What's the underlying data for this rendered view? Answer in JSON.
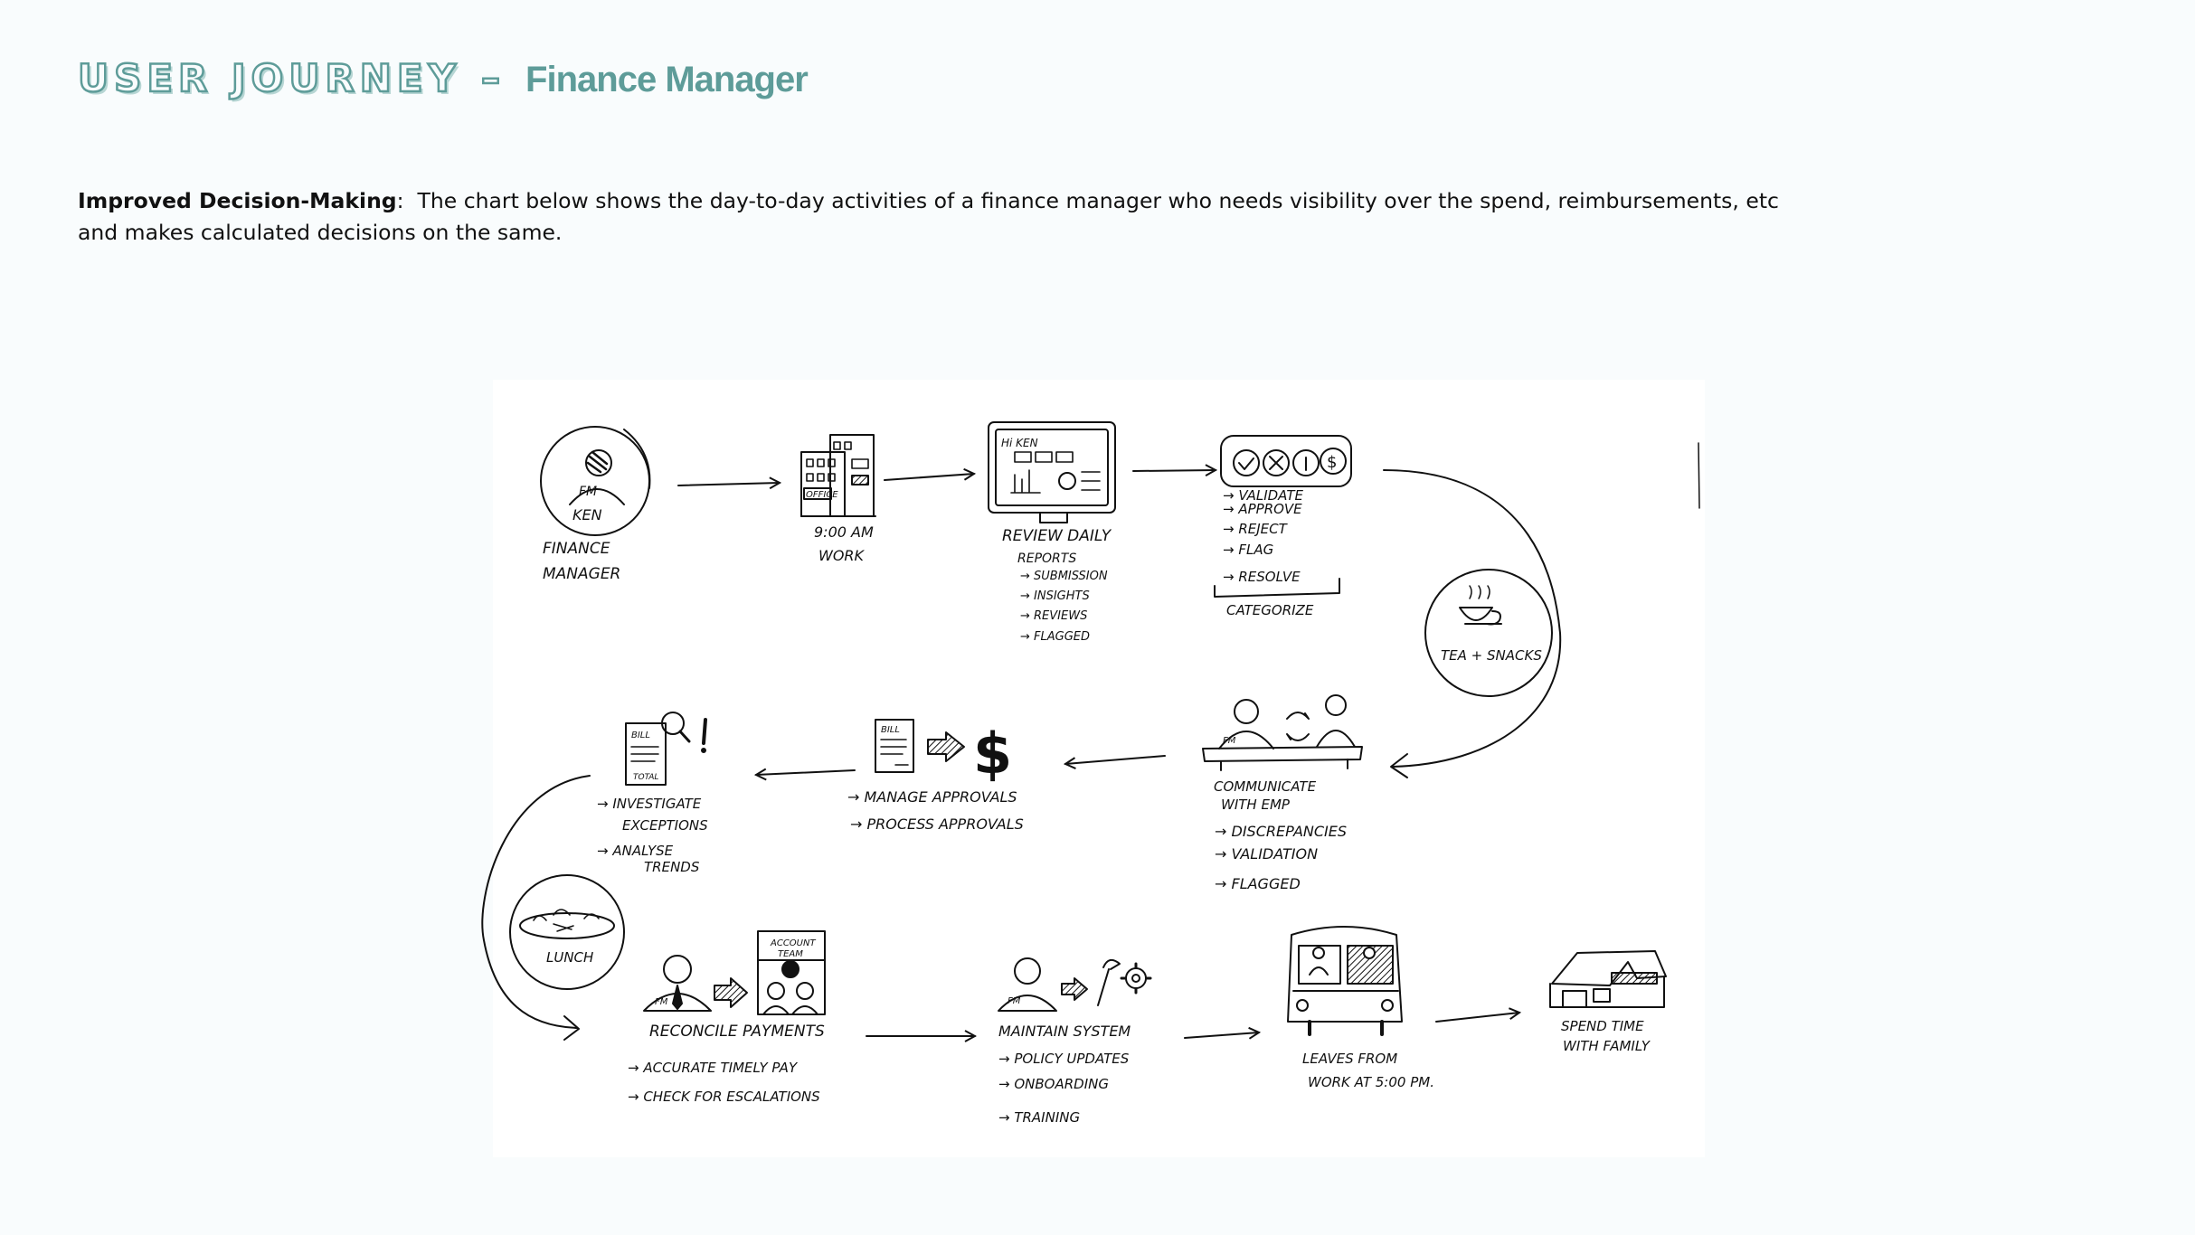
{
  "header": {
    "title_main": "USER JOURNEY",
    "title_dash": "–",
    "title_role": "Finance Manager"
  },
  "intro": {
    "label": "Improved Decision-Making",
    "separator": ":",
    "text": "The chart below shows the day-to-day activities of a finance manager who needs visibility over the spend, reimbursements, etc and makes calculated decisions on the same."
  },
  "journey": {
    "persona": {
      "badge": "FM",
      "name": "KEN",
      "caption": [
        "FINANCE",
        "MANAGER"
      ]
    },
    "work": {
      "sign": "OFFICE",
      "caption": [
        "9:00 AM",
        "WORK"
      ]
    },
    "review": {
      "screen": "Hi KEN",
      "caption": [
        "REVIEW DAILY",
        "REPORTS"
      ],
      "items": [
        "→ SUBMISSION",
        "→ INSIGHTS",
        "→ REVIEWS",
        "→ FLAGGED"
      ]
    },
    "actions": {
      "items": [
        "→ VALIDATE",
        "→ APPROVE",
        "→ REJECT",
        "→ FLAG",
        "→ RESOLVE"
      ],
      "footer": "CATEGORIZE"
    },
    "break": {
      "caption": "TEA + SNACKS"
    },
    "communicate": {
      "badge": "FM",
      "caption": [
        "COMMUNICATE",
        "WITH EMP"
      ],
      "items": [
        "→ DISCREPANCIES",
        "→ VALIDATION",
        "→ FLAGGED"
      ]
    },
    "approvals": {
      "doc": "BILL",
      "items": [
        "→ MANAGE APPROVALS",
        "→ PROCESS APPROVALS"
      ]
    },
    "investigate": {
      "doc": "BILL",
      "doc_total": "TOTAL",
      "items": [
        "→ INVESTIGATE",
        "EXCEPTIONS",
        "→ ANALYSE",
        "TRENDS"
      ]
    },
    "lunch": {
      "caption": "LUNCH"
    },
    "reconcile": {
      "badge": "FM",
      "board": [
        "ACCOUNT",
        "TEAM"
      ],
      "caption": "RECONCILE PAYMENTS",
      "items": [
        "→ ACCURATE TIMELY PAY",
        "→ CHECK FOR ESCALATIONS"
      ]
    },
    "maintain": {
      "badge": "FM",
      "caption": "MAINTAIN SYSTEM",
      "items": [
        "→ POLICY UPDATES",
        "→ ONBOARDING",
        "→ TRAINING"
      ]
    },
    "leave": {
      "caption": [
        "LEAVES FROM",
        "WORK AT 5:00 PM."
      ]
    },
    "home": {
      "caption": [
        "SPEND TIME",
        "WITH FAMILY"
      ]
    }
  }
}
